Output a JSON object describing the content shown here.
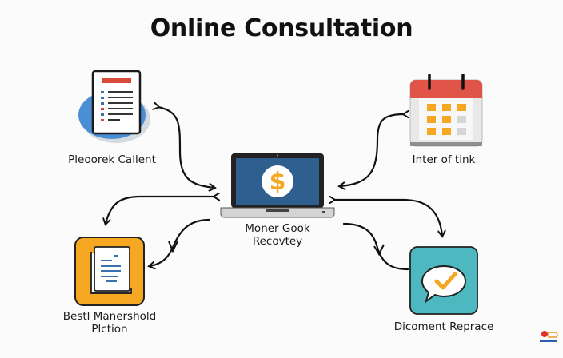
{
  "title": "Online Consultation",
  "colors": {
    "doc_blob": "#4a8fd4",
    "doc_header": "#d94a3a",
    "calendar_header": "#e05548",
    "calendar_cell_orange": "#f5a623",
    "calendar_cell_gray": "#d6d6d6",
    "laptop_screen": "#2f5f8f",
    "dollar": "#f5a623",
    "book_tile": "#f6a823",
    "chat_tile": "#4db8bf",
    "check": "#f5a623"
  },
  "nodes": {
    "top_left": {
      "icon": "document-list-icon",
      "label": "Pleoorek Callent"
    },
    "top_right": {
      "icon": "calendar-icon",
      "label": "Inter of tink"
    },
    "center": {
      "icon": "laptop-dollar-icon",
      "label_line1": "Moner Gook",
      "label_line2": "Recovtey"
    },
    "bottom_left": {
      "icon": "book-icon",
      "label_line1": "Bestl Manershold",
      "label_line2": "Plction"
    },
    "bottom_right": {
      "icon": "chat-check-icon",
      "label": "Dicoment Reprace"
    }
  },
  "watermark": {
    "icon": "logo-icon"
  }
}
